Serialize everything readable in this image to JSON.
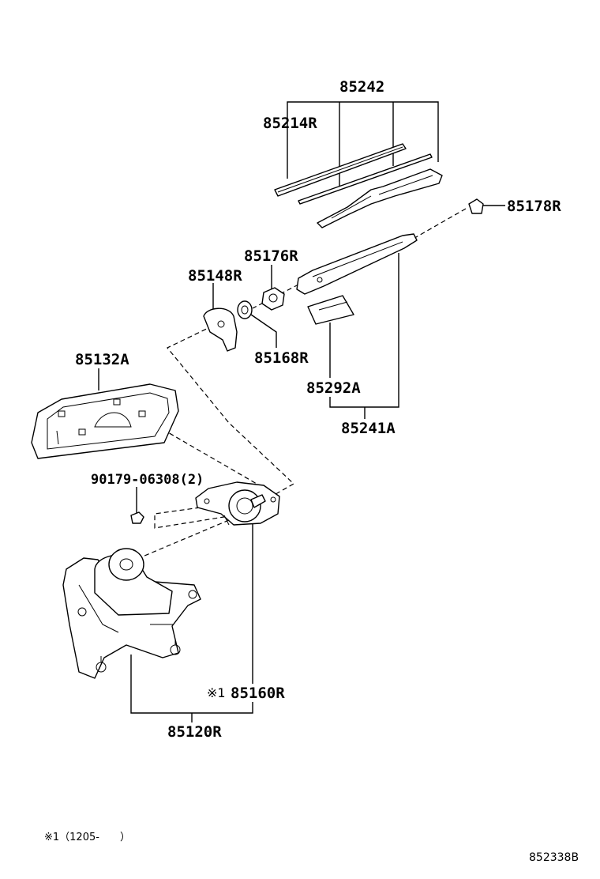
{
  "parts": {
    "p85242": "85242",
    "p85214R": "85214R",
    "p85178R": "85178R",
    "p85176R": "85176R",
    "p85148R": "85148R",
    "p85168R": "85168R",
    "p85132A": "85132A",
    "p85292A": "85292A",
    "p85241A": "85241A",
    "p90179": "90179-06308(2)",
    "p85160R": "85160R",
    "p85160R_mark": "※1",
    "p85120R": "85120R"
  },
  "footnote": "※1（1205-　　）",
  "diagram_code": "852338B"
}
